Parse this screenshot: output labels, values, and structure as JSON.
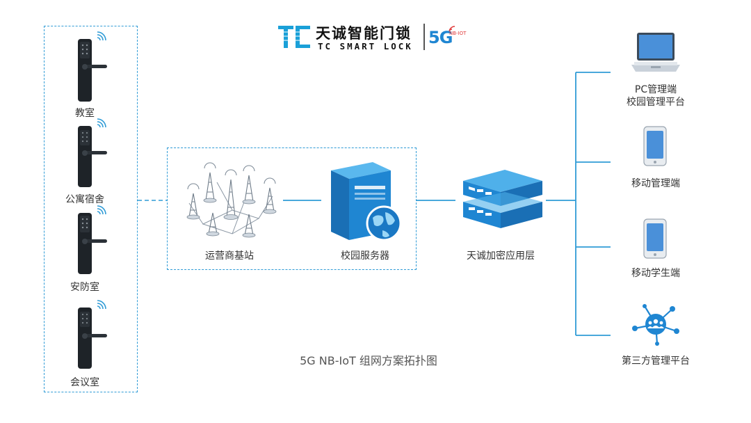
{
  "logo": {
    "mark": "TC",
    "name_cn": "天诚智能门锁",
    "name_en": "TC SMART LOCK",
    "badge_5g": "5G",
    "badge_nbiot": "NB-IOT"
  },
  "locks": [
    {
      "label": "教室",
      "icon": "smart-lock-icon"
    },
    {
      "label": "公寓宿舍",
      "icon": "smart-lock-icon"
    },
    {
      "label": "安防室",
      "icon": "smart-lock-icon"
    },
    {
      "label": "会议室",
      "icon": "smart-lock-icon"
    }
  ],
  "network": {
    "base_station_label": "运营商基站",
    "server_label": "校园服务器",
    "encryption_label": "天诚加密应用层"
  },
  "endpoints": {
    "pc_line1": "PC管理端",
    "pc_line2": "校园管理平台",
    "mobile_admin": "移动管理端",
    "mobile_student": "移动学生端",
    "third_party": "第三方管理平台"
  },
  "caption": "5G NB-IoT 组网方案拓扑图",
  "colors": {
    "accent": "#2f9bd6",
    "lock_body": "#1e2328",
    "server_blue": "#1f86d2",
    "device_blue": "#4a90d9"
  }
}
